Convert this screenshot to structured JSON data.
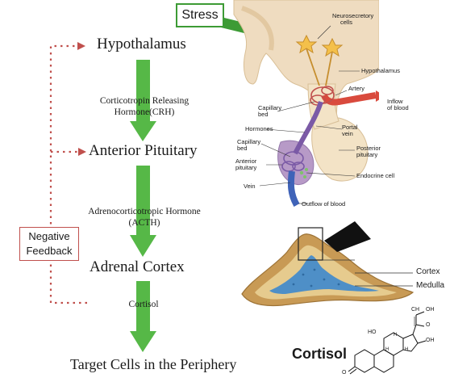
{
  "stress_label": "Stress",
  "stages": {
    "hypothalamus": "Hypothalamus",
    "anterior_pituitary": "Anterior Pituitary",
    "adrenal_cortex": "Adrenal Cortex",
    "target_cells": "Target Cells in the Periphery"
  },
  "hormones": {
    "crh_line1": "Corticotropin Releasing",
    "crh_line2": "Hormone(CRH)",
    "acth_line1": "Adrenocorticotropic Hormone",
    "acth_line2": "(ACTH)",
    "cortisol": "Cortisol"
  },
  "feedback": {
    "line1": "Negative",
    "line2": "Feedback"
  },
  "pituitary_labels": {
    "neurosecretory_1": "Neurosecretory",
    "neurosecretory_2": "cells",
    "hypothalamus": "Hypothalamus",
    "artery": "Artery",
    "inflow_1": "Inflow",
    "inflow_2": "of blood",
    "capillary_bed_1": "Capillary",
    "capillary_bed_2": "bed",
    "hormones": "Hormones",
    "portal_vein_1": "Portal",
    "portal_vein_2": "vein",
    "capillary_bed2_1": "Capillary",
    "capillary_bed2_2": "bed",
    "posterior_1": "Posterior",
    "posterior_2": "pituitary",
    "anterior_1": "Anterior",
    "anterior_2": "pituitary",
    "endocrine_cell": "Endocrine cell",
    "vein": "Vein",
    "outflow": "Outflow of blood"
  },
  "adrenal_labels": {
    "cortex": "Cortex",
    "medulla": "Medulla"
  },
  "molecule": {
    "title": "Cortisol",
    "atoms": {
      "ch": "CH",
      "oh_top": "OH",
      "o_carbonyl": "O",
      "ho": "HO",
      "h_left": "H",
      "h_right": "H",
      "h_mid": "H",
      "oh_side": "OH",
      "o_ring": "O"
    }
  },
  "colors": {
    "green": "#56b847",
    "dark_green": "#3d9b35",
    "feedback_red": "#c0504d",
    "artery_red": "#d94a3d",
    "vein_blue": "#3f63b8",
    "tissue": "#f0e2c6",
    "adrenal_outer": "#c89a55",
    "adrenal_inner": "#e6cb8e",
    "medulla_blue": "#4e8fc7"
  }
}
